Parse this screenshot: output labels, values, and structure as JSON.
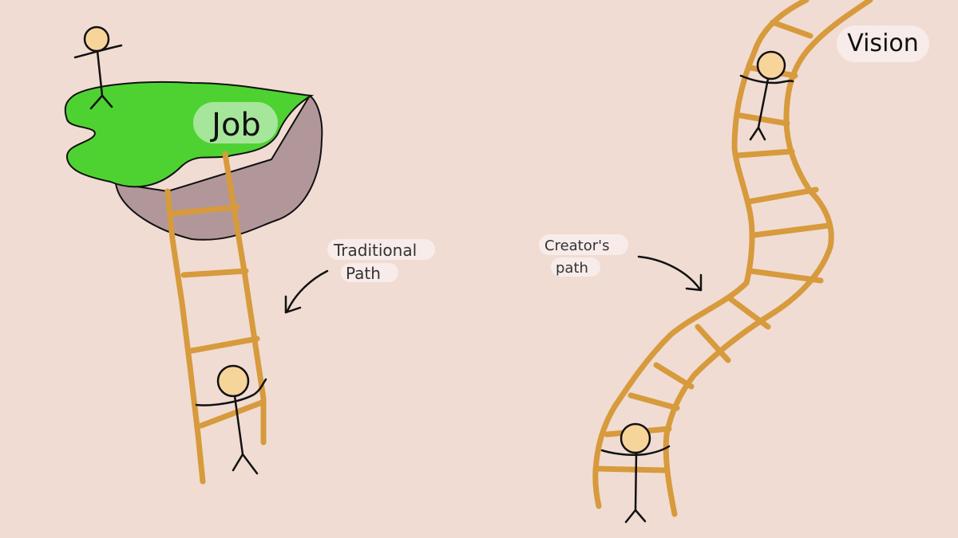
{
  "labels": {
    "job": "Job",
    "vision": "Vision",
    "traditional_line1": "Traditional",
    "traditional_line2": "Path",
    "creator_line1": "Creator's",
    "creator_line2": "path"
  },
  "colors": {
    "background": "#f0dcd2",
    "ladder": "#d79a3c",
    "grass": "#4ed232",
    "rock": "#b2979a",
    "skin": "#f7d49a",
    "ink": "#111111",
    "label_bg": "#f7ecea",
    "job_label_bg": "#a6e69a"
  }
}
